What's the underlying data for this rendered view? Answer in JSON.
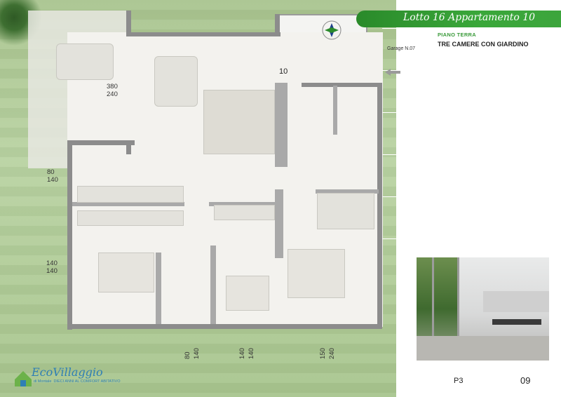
{
  "header": {
    "title": "Lotto  16 Appartamento 10",
    "floor": "PIANO  TERRA",
    "type": "TRE CAMERE CON  GIARDINO"
  },
  "plan": {
    "unit_number": "10",
    "garage_label": "Garage N.07",
    "dims": {
      "terrace_w": "380",
      "terrace_h": "240",
      "win_kitchen_w": "80",
      "win_kitchen_h": "140",
      "win_bed_w": "140",
      "win_bed_h": "140",
      "bottom1_w": "80",
      "bottom1_h": "140",
      "bottom2_w": "140",
      "bottom2_h": "140",
      "bottom3_w": "150",
      "bottom3_h": "240"
    }
  },
  "footer": {
    "plan_code": "P3",
    "page": "09",
    "logo_text": "EcoVillaggio",
    "logo_sub": "di Montale",
    "logo_tagline": "DIECI ANNI AL COMFORT ABITATIVO"
  },
  "colors": {
    "accent": "#3aa73a",
    "wall": "#8c8c8c",
    "garden": "#b3cd9b"
  },
  "icons": [
    "compass-icon",
    "entrance-arrow-icon",
    "ecovillaggio-logo-icon"
  ]
}
